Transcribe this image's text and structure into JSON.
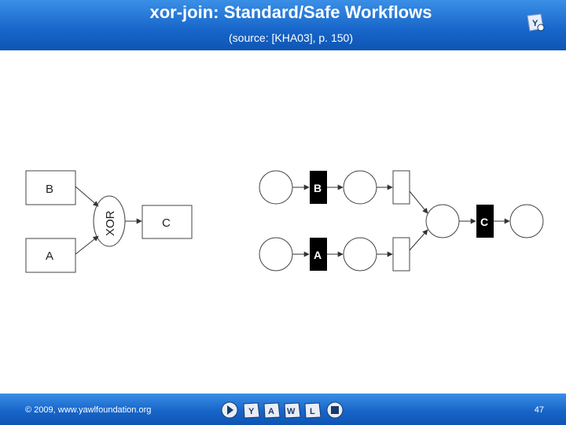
{
  "header": {
    "title": "xor-join: Standard/Safe Workflows",
    "subtitle": "(source: [KHA03], p. 150)",
    "logo_icon": "yawl-logo-icon"
  },
  "left_diagram": {
    "task_b": "B",
    "task_a": "A",
    "task_c": "C",
    "join_label": "XOR"
  },
  "right_diagram": {
    "transition_b": "B",
    "transition_a": "A",
    "transition_c": "C"
  },
  "footer": {
    "copyright": "© 2009, www.yawlfoundation.org",
    "page_number": "47",
    "nav_icons": [
      "play-icon",
      "y-icon",
      "a-icon",
      "w-icon",
      "l-icon",
      "stop-icon"
    ]
  },
  "colors": {
    "header_blue": "#1765c9",
    "transition_fill": "#000000",
    "arrow_gray": "#555555"
  }
}
